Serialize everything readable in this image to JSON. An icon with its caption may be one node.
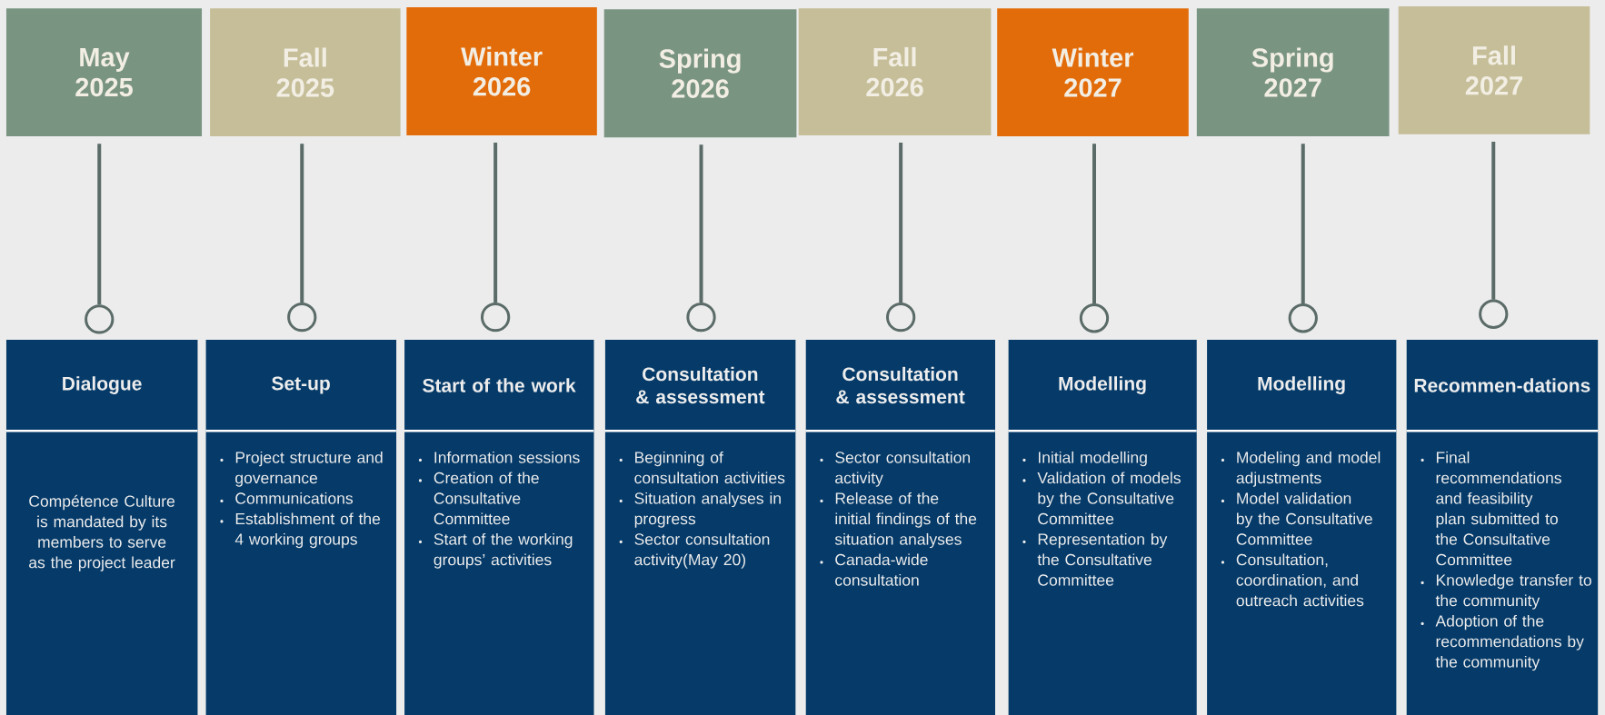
{
  "diagram": {
    "nodes": [
      {
        "text": [
          "May 2025"
        ]
      },
      {
        "text": [
          "Fall 2025"
        ]
      },
      {
        "text": [
          "Winter 2026"
        ]
      },
      {
        "text": [
          "Spring 2026"
        ]
      },
      {
        "text": [
          "Fall 2026"
        ]
      },
      {
        "text": [
          "Winter 2027"
        ]
      },
      {
        "text": [
          "Spring 2027"
        ]
      },
      {
        "text": [
          "Fall 2027"
        ]
      },
      {
        "text": [],
        "shape": "circle"
      },
      {
        "text": [],
        "shape": "circle"
      },
      {
        "text": [],
        "shape": "circle"
      },
      {
        "text": [],
        "shape": "circle"
      },
      {
        "text": [],
        "shape": "circle"
      },
      {
        "text": [],
        "shape": "circle"
      },
      {
        "text": [],
        "shape": "circle"
      },
      {
        "text": [],
        "shape": "circle"
      },
      {
        "text": [
          "Dialogue",
          "Compétence Culture is mandated by its members to serve as the project leader"
        ]
      },
      {
        "text": [
          "Set-up",
          "Project structure and governance",
          "Communications",
          "Establishment of the 4 working groups"
        ]
      },
      {
        "text": [
          "Start of the work",
          "Information sessions",
          "Creation of the Consultative Committee",
          "Start of the working groups’ activities"
        ]
      },
      {
        "text": [
          "Consultation & assessment",
          "Beginning of consultation activities",
          "Situation analyses in progress",
          "Sector consultation activity(May 20)"
        ]
      },
      {
        "text": [
          "Consultation & assessment",
          "Sector consultation activity",
          "Release of the initial findings of the situation analyses",
          "Canada-wide consultation"
        ]
      },
      {
        "text": [
          "Modelling",
          "Initial modelling",
          "Validation of models by the Consultative Committee",
          "Representation by the Consultative Committee"
        ]
      },
      {
        "text": [
          "Modelling",
          "Modeling and model adjustments",
          "Model validation by the Consultative Committee",
          "Consultation, coordination, and outreach activities"
        ]
      },
      {
        "text": [
          "Recommen-dations",
          "Final recommendations and feasibility plan submitted to the Consultative Committee",
          "Knowledge transfer to the community",
          "Adoption of the recommendations by the community"
        ]
      }
    ],
    "edges": [
      {
        "from": 0,
        "to": 8,
        "arrow": "none"
      },
      {
        "from": 1,
        "to": 9,
        "arrow": "none"
      },
      {
        "from": 2,
        "to": 10,
        "arrow": "none"
      },
      {
        "from": 3,
        "to": 11,
        "arrow": "none"
      },
      {
        "from": 4,
        "to": 12,
        "arrow": "none"
      },
      {
        "from": 5,
        "to": 13,
        "arrow": "none"
      },
      {
        "from": 6,
        "to": 14,
        "arrow": "none"
      },
      {
        "from": 7,
        "to": 15,
        "arrow": "none"
      }
    ]
  }
}
